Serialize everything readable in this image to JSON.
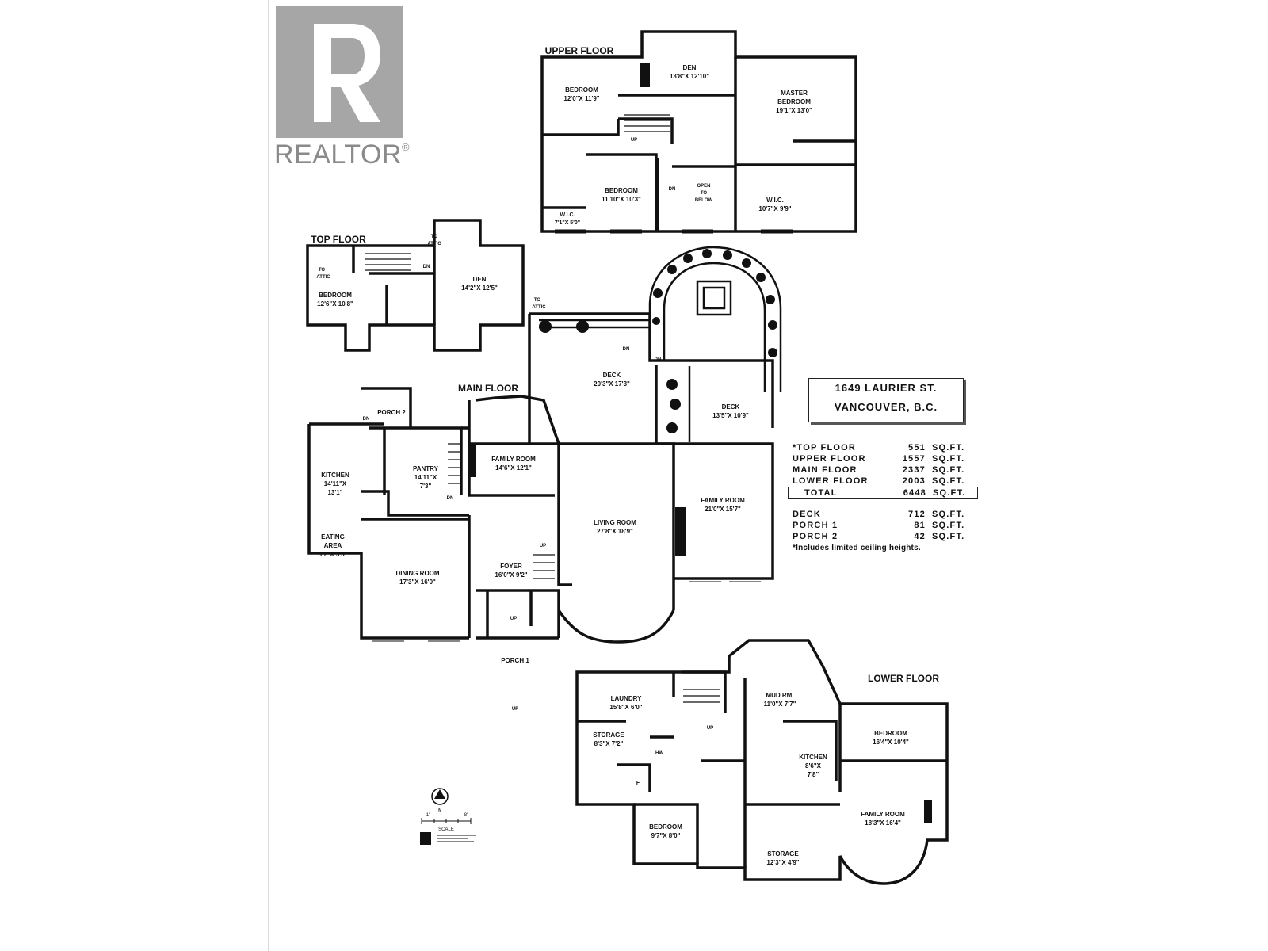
{
  "brand": {
    "wordmark": "REALTOR",
    "mark": "®"
  },
  "floors": {
    "upper": {
      "title": "UPPER FLOOR",
      "rooms": [
        {
          "name": "BEDROOM",
          "dims": "12'0\"X 11'9\""
        },
        {
          "name": "DEN",
          "dims": "13'8\"X 12'10\""
        },
        {
          "name": "MASTER",
          "name2": "BEDROOM",
          "dims": "19'1\"X 13'0\""
        },
        {
          "name": "BEDROOM",
          "dims": "11'10\"X 10'3\""
        },
        {
          "name": "W.I.C.",
          "dims": "7'1\"X 5'0\""
        },
        {
          "name": "W.I.C.",
          "dims": "10'7\"X 9'9\""
        }
      ],
      "notes": {
        "open1": "OPEN",
        "open2": "TO",
        "open3": "BELOW",
        "up": "UP",
        "dn": "DN"
      }
    },
    "top": {
      "title": "TOP FLOOR",
      "rooms": [
        {
          "name": "BEDROOM",
          "dims": "12'6\"X 10'8\""
        },
        {
          "name": "DEN",
          "dims": "14'2\"X 12'5\""
        }
      ],
      "notes": {
        "to": "TO",
        "attic": "ATTIC",
        "dn": "DN"
      }
    },
    "main": {
      "title": "MAIN FLOOR",
      "rooms": [
        {
          "name": "PORCH 2",
          "dims": ""
        },
        {
          "name": "KITCHEN",
          "dims1": "14'11\"X",
          "dims2": "13'1\""
        },
        {
          "name": "PANTRY",
          "dims1": "14'11\"X",
          "dims2": "7'3\""
        },
        {
          "name": "FAMILY ROOM",
          "dims": "14'6\"X 12'1\""
        },
        {
          "name": "DECK",
          "dims": "20'3\"X 17'3\""
        },
        {
          "name": "DECK",
          "dims": "13'5\"X 10'9\""
        },
        {
          "name": "FAMILY ROOM",
          "dims": "21'0\"X 15'7\""
        },
        {
          "name": "LIVING ROOM",
          "dims": "27'8\"X 18'9\""
        },
        {
          "name": "EATING",
          "name2": "AREA",
          "dims": "8'7\"X 5'5\""
        },
        {
          "name": "DINING ROOM",
          "dims": "17'3\"X 16'0\""
        },
        {
          "name": "FOYER",
          "dims": "16'0\"X 9'2\""
        },
        {
          "name": "PORCH 1",
          "dims": ""
        }
      ],
      "notes": {
        "dn": "DN",
        "up": "UP"
      }
    },
    "lower": {
      "title": "LOWER FLOOR",
      "rooms": [
        {
          "name": "LAUNDRY",
          "dims": "15'8\"X 6'0\""
        },
        {
          "name": "STORAGE",
          "dims": "8'3\"X 7'2\""
        },
        {
          "name": "MUD RM.",
          "dims": "11'0\"X 7'7\""
        },
        {
          "name": "BEDROOM",
          "dims": "16'4\"X 10'4\""
        },
        {
          "name": "KITCHEN",
          "dims1": "8'6\"X",
          "dims2": "7'8\""
        },
        {
          "name": "FAMILY ROOM",
          "dims": "18'3\"X 16'4\""
        },
        {
          "name": "BEDROOM",
          "dims": "9'7\"X 8'0\""
        },
        {
          "name": "STORAGE",
          "dims": "12'3\"X 4'9\""
        }
      ],
      "notes": {
        "up": "UP",
        "hw": "HW",
        "f": "F"
      }
    }
  },
  "address": {
    "line1": "1649 LAURIER ST.",
    "line2": "VANCOUVER, B.C."
  },
  "areas": {
    "rows": [
      {
        "label": "*TOP FLOOR",
        "value": "551",
        "unit": "SQ.FT."
      },
      {
        "label": "UPPER FLOOR",
        "value": "1557",
        "unit": "SQ.FT."
      },
      {
        "label": "MAIN FLOOR",
        "value": "2337",
        "unit": "SQ.FT."
      },
      {
        "label": "LOWER FLOOR",
        "value": "2003",
        "unit": "SQ.FT."
      }
    ],
    "total": {
      "label": "TOTAL",
      "value": "6448",
      "unit": "SQ.FT."
    },
    "extras": [
      {
        "label": "DECK",
        "value": "712",
        "unit": "SQ.FT."
      },
      {
        "label": "PORCH 1",
        "value": "81",
        "unit": "SQ.FT."
      },
      {
        "label": "PORCH 2",
        "value": "42",
        "unit": "SQ.FT."
      }
    ],
    "note": "*Includes limited ceiling heights."
  },
  "legend": {
    "north": "N",
    "scale": "SCALE",
    "scale_left": "1'",
    "scale_right": "8'"
  },
  "colors": {
    "wall": "#111111",
    "logo_gray": "#a6a6a6"
  }
}
